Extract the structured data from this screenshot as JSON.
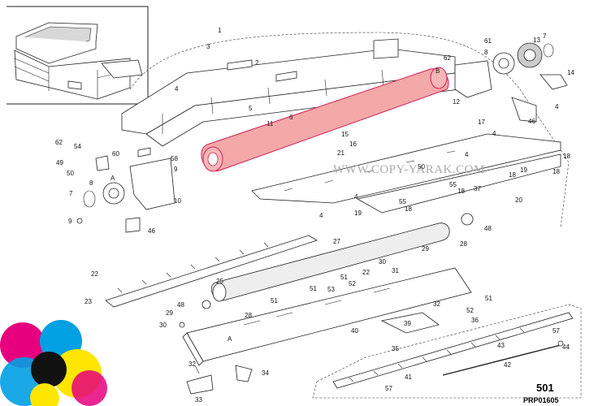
{
  "diagram": {
    "group_code": "501",
    "drawing_code": "PRP01605",
    "watermark": "WWW.COPY-YARAK.COM",
    "highlight_color": "#f4a8a8",
    "callouts": [
      {
        "id": "c1",
        "text": "1"
      },
      {
        "id": "c2",
        "text": "2"
      },
      {
        "id": "c3",
        "text": "3"
      },
      {
        "id": "c4a",
        "text": "4"
      },
      {
        "id": "c4b",
        "text": "4"
      },
      {
        "id": "c4c",
        "text": "4"
      },
      {
        "id": "c4d",
        "text": "4"
      },
      {
        "id": "c4e",
        "text": "4"
      },
      {
        "id": "c4f",
        "text": "4"
      },
      {
        "id": "c5",
        "text": "5"
      },
      {
        "id": "c6",
        "text": "6"
      },
      {
        "id": "c7a",
        "text": "7"
      },
      {
        "id": "c7b",
        "text": "7"
      },
      {
        "id": "c8a",
        "text": "8"
      },
      {
        "id": "c8b",
        "text": "8"
      },
      {
        "id": "c9a",
        "text": "9"
      },
      {
        "id": "c9b",
        "text": "9"
      },
      {
        "id": "c10",
        "text": "10"
      },
      {
        "id": "c11",
        "text": "11"
      },
      {
        "id": "c12",
        "text": "12"
      },
      {
        "id": "c13",
        "text": "13"
      },
      {
        "id": "c14",
        "text": "14"
      },
      {
        "id": "c15",
        "text": "15"
      },
      {
        "id": "c16",
        "text": "16"
      },
      {
        "id": "c17",
        "text": "17"
      },
      {
        "id": "c18a",
        "text": "18"
      },
      {
        "id": "c18b",
        "text": "18"
      },
      {
        "id": "c18c",
        "text": "18"
      },
      {
        "id": "c18d",
        "text": "18"
      },
      {
        "id": "c18e",
        "text": "18"
      },
      {
        "id": "c19a",
        "text": "19"
      },
      {
        "id": "c19b",
        "text": "19"
      },
      {
        "id": "c20",
        "text": "20"
      },
      {
        "id": "c21",
        "text": "21"
      },
      {
        "id": "c22a",
        "text": "22"
      },
      {
        "id": "c22b",
        "text": "22"
      },
      {
        "id": "c23",
        "text": "23"
      },
      {
        "id": "c25",
        "text": "25"
      },
      {
        "id": "c27",
        "text": "27"
      },
      {
        "id": "c28a",
        "text": "28"
      },
      {
        "id": "c28b",
        "text": "28"
      },
      {
        "id": "c29a",
        "text": "29"
      },
      {
        "id": "c29b",
        "text": "29"
      },
      {
        "id": "c30a",
        "text": "30"
      },
      {
        "id": "c30b",
        "text": "30"
      },
      {
        "id": "c31",
        "text": "31"
      },
      {
        "id": "c32a",
        "text": "32"
      },
      {
        "id": "c32b",
        "text": "32"
      },
      {
        "id": "c33",
        "text": "33"
      },
      {
        "id": "c34",
        "text": "34"
      },
      {
        "id": "c35",
        "text": "35"
      },
      {
        "id": "c36",
        "text": "36"
      },
      {
        "id": "c37",
        "text": "37"
      },
      {
        "id": "c39",
        "text": "39"
      },
      {
        "id": "c40",
        "text": "40"
      },
      {
        "id": "c41",
        "text": "41"
      },
      {
        "id": "c42",
        "text": "42"
      },
      {
        "id": "c43",
        "text": "43"
      },
      {
        "id": "c44",
        "text": "44"
      },
      {
        "id": "c46a",
        "text": "46"
      },
      {
        "id": "c46b",
        "text": "46"
      },
      {
        "id": "c48a",
        "text": "48"
      },
      {
        "id": "c48b",
        "text": "48"
      },
      {
        "id": "c49",
        "text": "49"
      },
      {
        "id": "c50a",
        "text": "50"
      },
      {
        "id": "c50b",
        "text": "50"
      },
      {
        "id": "c51a",
        "text": "51"
      },
      {
        "id": "c51b",
        "text": "51"
      },
      {
        "id": "c51c",
        "text": "51"
      },
      {
        "id": "c51d",
        "text": "51"
      },
      {
        "id": "c52a",
        "text": "52"
      },
      {
        "id": "c52b",
        "text": "52"
      },
      {
        "id": "c53",
        "text": "53"
      },
      {
        "id": "c54",
        "text": "54"
      },
      {
        "id": "c55a",
        "text": "55"
      },
      {
        "id": "c55b",
        "text": "55"
      },
      {
        "id": "c57a",
        "text": "57"
      },
      {
        "id": "c57b",
        "text": "57"
      },
      {
        "id": "c58",
        "text": "58"
      },
      {
        "id": "c60",
        "text": "60"
      },
      {
        "id": "c61",
        "text": "61"
      },
      {
        "id": "c62a",
        "text": "62"
      },
      {
        "id": "c62b",
        "text": "62"
      },
      {
        "id": "cAa",
        "text": "A"
      },
      {
        "id": "cAb",
        "text": "A"
      },
      {
        "id": "cB",
        "text": "B"
      }
    ]
  }
}
